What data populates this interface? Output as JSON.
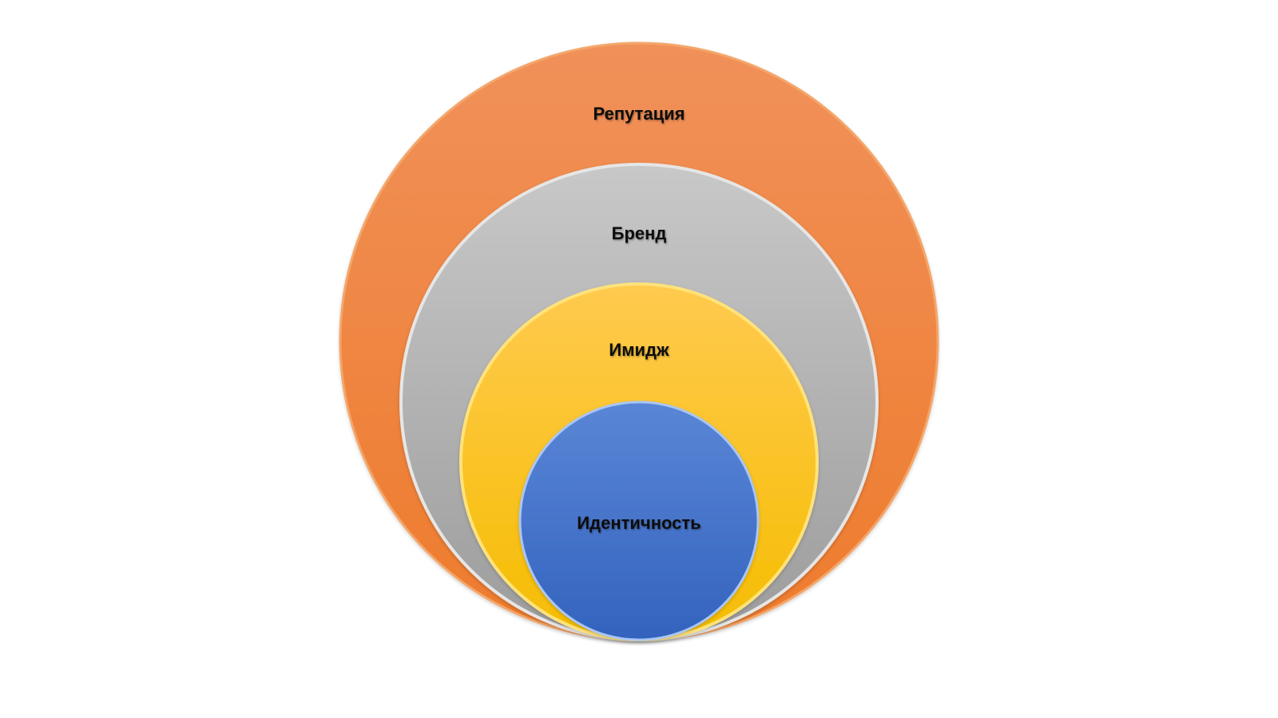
{
  "diagram": {
    "type": "nested-circles",
    "levels": [
      {
        "label": "Репутация",
        "color_top": "#f0915a",
        "color_bottom": "#ee7b2c",
        "edge": "#f4a66a"
      },
      {
        "label": "Бренд",
        "color_top": "#c8c8c8",
        "color_bottom": "#9c9c9c",
        "edge": "#d9d9d9"
      },
      {
        "label": "Имидж",
        "color_top": "#ffca4f",
        "color_bottom": "#f5bd00",
        "edge": "#ffd85e"
      },
      {
        "label": "Идентичность",
        "color_top": "#5a86d6",
        "color_bottom": "#3363be",
        "edge": "#8db1ee"
      }
    ]
  }
}
